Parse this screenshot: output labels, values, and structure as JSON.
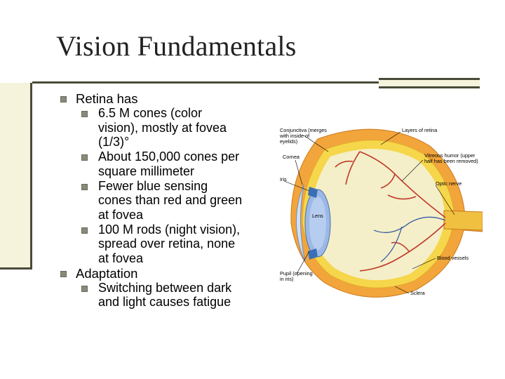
{
  "slide": {
    "title": "Vision Fundamentals",
    "bullets": [
      {
        "text": "Retina has",
        "sub": [
          {
            "line1": "6.5 M cones (color",
            "line2": "vision), mostly at fovea",
            "line3": "(1/3)°"
          },
          {
            "line1": "About 150,000 cones per",
            "line2": "square millimeter"
          },
          {
            "line1": "Fewer blue sensing",
            "line2": "cones than red and green",
            "line3": "at fovea"
          },
          {
            "line1": "100 M rods (night vision),",
            "line2": "spread over retina, none",
            "line3": "at fovea"
          }
        ]
      },
      {
        "text": "Adaptation",
        "sub": [
          {
            "line1": "Switching between dark",
            "line2": "and light causes fatigue"
          }
        ]
      }
    ]
  },
  "diagram": {
    "labels": {
      "conj1": "Conjunctiva (merges",
      "conj2": "with inside of",
      "conj3": "eyelids)",
      "layers": "Layers of retina",
      "cornea": "Cornea",
      "vitreous1": "Vitreous humor (upper",
      "vitreous2": "half has been removed)",
      "iris": "Iris",
      "optic": "Optic nerve",
      "lens": "Lens",
      "blood": "Blood vessels",
      "pupil1": "Pupil (opening",
      "pupil2": "in iris)",
      "sclera": "Sclera"
    }
  },
  "colors": {
    "accent_cream": "#f5f3dc",
    "rule_dark": "#4a4a3a",
    "bullet_gray": "#8a8a7a",
    "sclera_orange": "#f2a53a",
    "retina_yellow": "#f6d64a",
    "lens_blue": "#9cb8e6",
    "vessel_red": "#c0392b"
  }
}
